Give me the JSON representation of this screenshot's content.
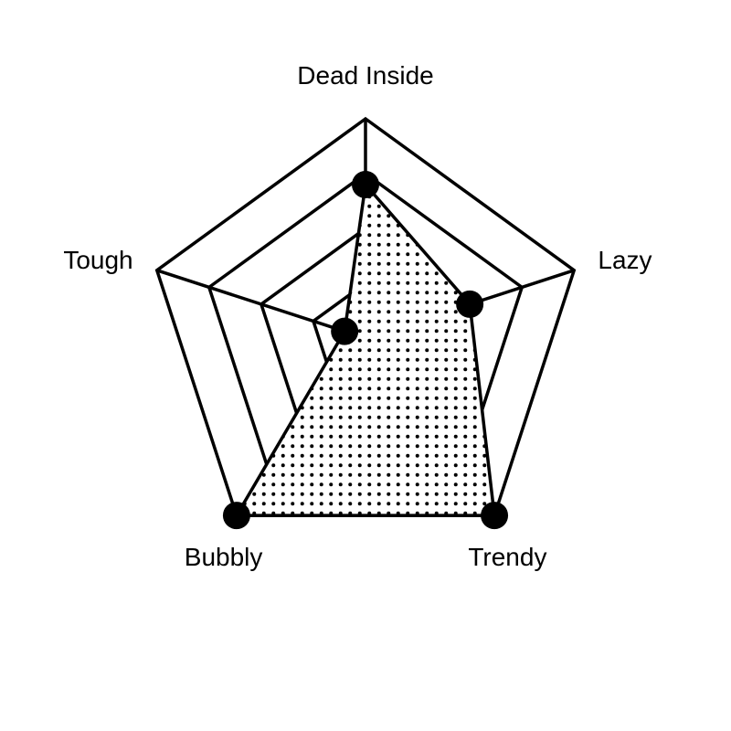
{
  "chart_data": {
    "type": "radar",
    "axes": [
      "Dead Inside",
      "Lazy",
      "Trendy",
      "Bubbly",
      "Tough"
    ],
    "series": [
      {
        "values": [
          0.7,
          0.5,
          1.0,
          1.0,
          0.1
        ]
      }
    ],
    "range": [
      0,
      1
    ],
    "grid_levels": 4,
    "grid": true,
    "line_color": "#000000",
    "fill_pattern": "dots"
  }
}
